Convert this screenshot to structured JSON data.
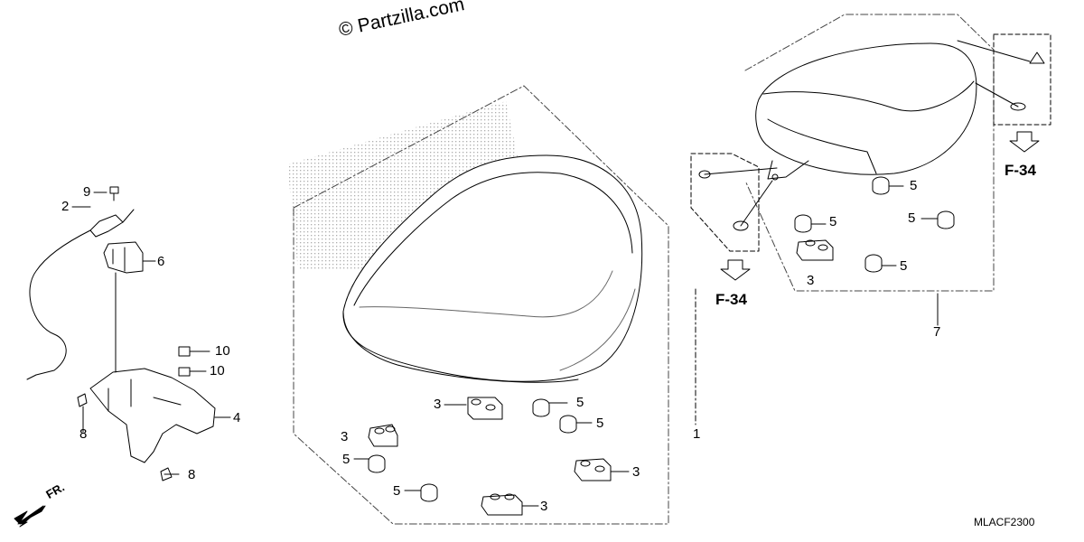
{
  "watermark": "© Partzilla.com",
  "diagram_code": "MLACF2300",
  "front_indicator": "FR.",
  "references": {
    "left": "F-34",
    "right": "F-34"
  },
  "callouts": [
    {
      "id": "c9",
      "text": "9"
    },
    {
      "id": "c2",
      "text": "2"
    },
    {
      "id": "c6",
      "text": "6"
    },
    {
      "id": "c10a",
      "text": "10"
    },
    {
      "id": "c10b",
      "text": "10"
    },
    {
      "id": "c4",
      "text": "4"
    },
    {
      "id": "c8a",
      "text": "8"
    },
    {
      "id": "c8b",
      "text": "8"
    },
    {
      "id": "c1",
      "text": "1"
    },
    {
      "id": "c3a",
      "text": "3"
    },
    {
      "id": "c5a",
      "text": "5"
    },
    {
      "id": "c5b",
      "text": "5"
    },
    {
      "id": "c3b",
      "text": "3"
    },
    {
      "id": "c5c",
      "text": "5"
    },
    {
      "id": "c3c",
      "text": "3"
    },
    {
      "id": "c5d",
      "text": "5"
    },
    {
      "id": "c3d",
      "text": "3"
    },
    {
      "id": "c7",
      "text": "7"
    },
    {
      "id": "c5e",
      "text": "5"
    },
    {
      "id": "c5f",
      "text": "5"
    },
    {
      "id": "c5g",
      "text": "5"
    },
    {
      "id": "c5h",
      "text": "5"
    },
    {
      "id": "c3e",
      "text": "3"
    }
  ]
}
